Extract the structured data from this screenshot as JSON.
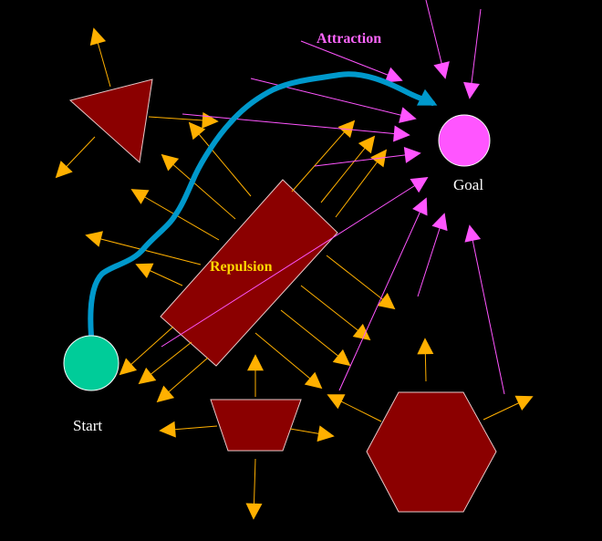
{
  "labels": {
    "attraction": "Attraction",
    "repulsion": "Repulsion",
    "goal": "Goal",
    "start": "Start"
  },
  "colors": {
    "background": "#000000",
    "obstacle_fill": "#8b0000",
    "obstacle_stroke": "#e8c8c8",
    "repulsion_arrow": "#ffb000",
    "attraction_arrow": "#ff55ff",
    "goal_fill": "#ff55ff",
    "start_fill": "#00cc99",
    "path": "#0099cc",
    "attraction_text": "#ff66ff",
    "repulsion_text": "#ffd700",
    "label_text": "#ffffff"
  }
}
